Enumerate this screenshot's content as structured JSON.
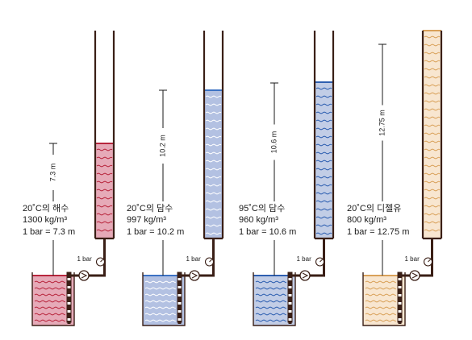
{
  "panels": [
    {
      "id": "seawater",
      "title": "20˚C의 해수",
      "density": "1300 kg/m³",
      "equivalence": "1 bar = 7.3 m",
      "height_label": "7.3 m",
      "gauge_label": "1 bar",
      "fill_color": "#e6aab8",
      "wave_color": "#b8263d",
      "surface_color": "#b8263d"
    },
    {
      "id": "freshwater-20",
      "title": "20˚C의 담수",
      "density": "997 kg/m³",
      "equivalence": "1 bar = 10.2 m",
      "height_label": "10.2 m",
      "gauge_label": "1 bar",
      "fill_color": "#b3c1e2",
      "wave_color": "#ffffff",
      "surface_color": "#3c72c4"
    },
    {
      "id": "freshwater-95",
      "title": "95˚C의 담수",
      "density": "960 kg/m³",
      "equivalence": "1 bar = 10.6 m",
      "height_label": "10.6 m",
      "gauge_label": "1 bar",
      "fill_color": "#c2cde6",
      "wave_color": "#2e5fb0",
      "surface_color": "#2e5fb0"
    },
    {
      "id": "diesel",
      "title": "20˚C의 디젤유",
      "density": "800 kg/m³",
      "equivalence": "1 bar = 12.75 m",
      "height_label": "12.75 m",
      "gauge_label": "1 bar",
      "fill_color": "#f8e6d0",
      "wave_color": "#d9a15a",
      "surface_color": "#d9a15a"
    }
  ]
}
